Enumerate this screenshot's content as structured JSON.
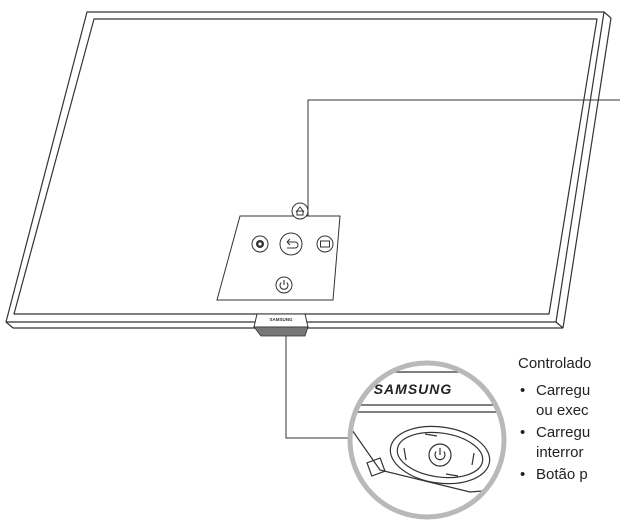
{
  "tv": {
    "panel_brand": "SAMSUNG",
    "zoom_brand": "SAMSUNG"
  },
  "caption": {
    "title": "Controlado",
    "bullets": [
      {
        "line1": "Carregu",
        "line2": "ou exec"
      },
      {
        "line1": "Carregu",
        "line2": "interror"
      },
      {
        "line1": "Botão p",
        "line2": ""
      }
    ]
  },
  "icons": [
    "home-icon",
    "back-icon",
    "settings-icon",
    "source-icon",
    "power-icon",
    "power-icon-zoom"
  ],
  "colors": {
    "line": "#333333",
    "zoom_ring": "#b9b9b9",
    "background": "#ffffff"
  }
}
